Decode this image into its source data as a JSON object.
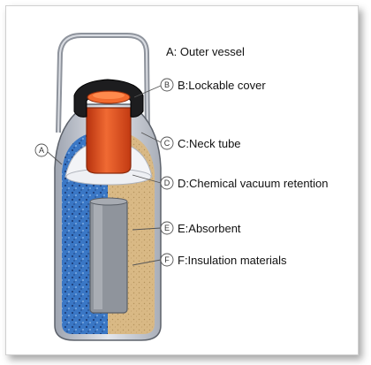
{
  "labels": {
    "a": "A: Outer vessel",
    "b": "B:Lockable cover",
    "c": "C:Neck tube",
    "d": "D:Chemical vacuum retention",
    "e": "E:Absorbent",
    "f": "F:Insulation materials"
  },
  "callouts": {
    "a": "A",
    "b": "B",
    "c": "C",
    "d": "D",
    "e": "E",
    "f": "F"
  },
  "colors": {
    "neck": "#e0461a",
    "absorbent": "#3a77c5",
    "insulation": "#d9b985",
    "outer": "#c8ccd6",
    "frame": "#d0d0d0"
  }
}
